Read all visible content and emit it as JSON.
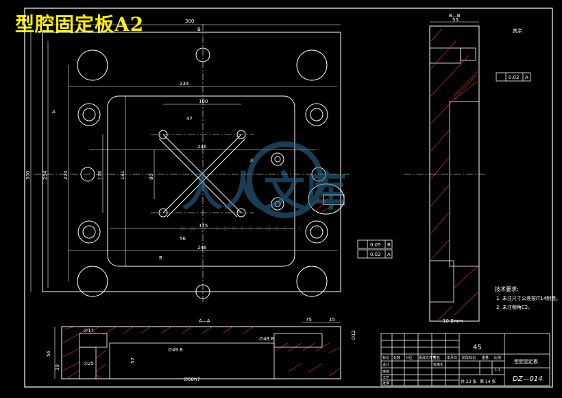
{
  "title": "型腔固定板A2",
  "watermark": {
    "text": "人人文库",
    "url": "www.renrendoc.com"
  },
  "plan_view": {
    "dims": {
      "top_width": "300",
      "inner_width": "234",
      "w100": "100",
      "w246_mid": "246",
      "w175": "175",
      "w246_bottom": "246",
      "h300": "300",
      "h254": "254",
      "h224": "224",
      "h176": "176",
      "h181": "181",
      "h80": "80",
      "d56": "56",
      "d47": "47"
    },
    "section_marks": {
      "b": "B",
      "a": "A"
    },
    "tolerances": [
      {
        "value": "0.05",
        "ref": "B"
      },
      {
        "value": "0.02",
        "ref": "A"
      }
    ]
  },
  "section_aa": {
    "label": "A—A",
    "dims": {
      "d75": "75",
      "d15": "15",
      "d56": "56",
      "d30": "30",
      "d57": "57",
      "phi17": "∅17",
      "phi25": "∅25",
      "phi12": "∅12"
    },
    "fits": [
      "∅49.8",
      "∅48.8",
      "∅60h7"
    ]
  },
  "section_bb": {
    "label": "B—B",
    "width": "55",
    "roughness": "其余",
    "tolerance": {
      "value": "0.02",
      "ref": "A"
    },
    "note_dim": "10-8mm",
    "tech_title": "技术要求:",
    "tech_items": [
      "1. 未注尺寸公差按IT14制造。",
      "2. 未注倒角C2。"
    ]
  },
  "title_block": {
    "material": "45",
    "part_name": "型腔固定板",
    "drawing_no": "DZ—014",
    "scale_label": "比例",
    "scale": "1:1",
    "weight_label": "重量",
    "sheet_text": "共 23 张",
    "sheet_no": "第 14 张",
    "rev_headers": [
      "标记",
      "处数",
      "分区",
      "更改文件号",
      "签名",
      "年月日"
    ],
    "role_labels": [
      "设计",
      "审核",
      "工艺",
      "批准"
    ],
    "std_label": "标准化",
    "stage_label": "阶段标记"
  }
}
